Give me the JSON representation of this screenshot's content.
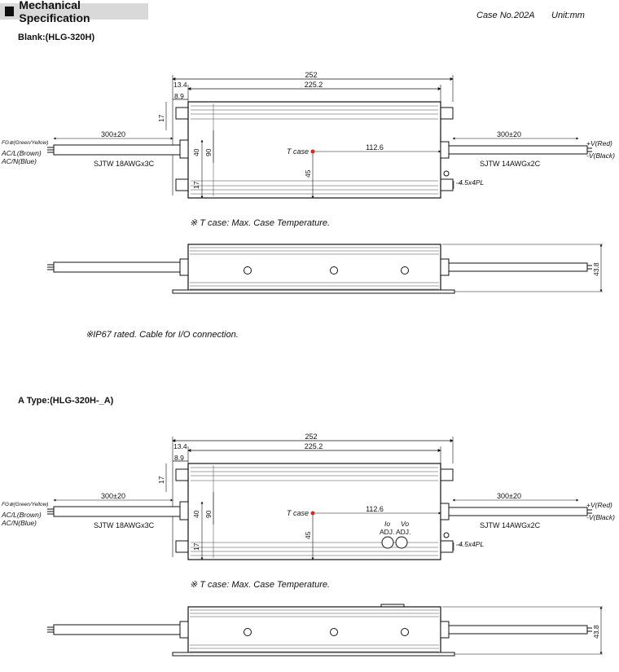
{
  "header": {
    "title": "Mechanical Specification",
    "case_no": "Case No.202A",
    "unit": "Unit:mm"
  },
  "sections": {
    "blank": {
      "title": "Blank:(HLG-320H)",
      "note_tcase": "※ T case: Max. Case Temperature.",
      "note_ip": "※IP67 rated. Cable for I/O connection."
    },
    "a_type": {
      "title": "A Type:(HLG-320H-_A)",
      "note_tcase": "※ T case: Max. Case Temperature."
    }
  },
  "dims": {
    "overall": "252",
    "body": "225.2",
    "ear_13": "13.4",
    "ear_8": "8.9",
    "d17": "17",
    "d40": "40",
    "d90": "90",
    "d45": "45",
    "d112": "112.6",
    "cable_len": "300±20",
    "height": "43.8",
    "hole": "4.5x4PL"
  },
  "wiring": {
    "fg": "FG⊕(Green/Yellow)",
    "acl": "AC/L(Brown)",
    "acn": "AC/N(Blue)",
    "in_cable": "SJTW 18AWGx3C",
    "out_cable": "SJTW 14AWGx2C",
    "vplus": "+V(Red)",
    "vminus": "-V(Black)",
    "tcase": "T case"
  },
  "adj": {
    "io": "Io",
    "vo": "Vo",
    "adj": "ADJ."
  }
}
